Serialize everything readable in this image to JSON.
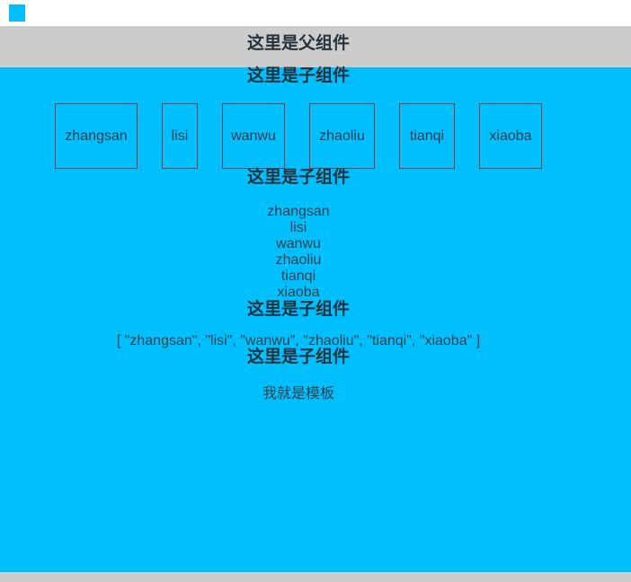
{
  "parent": {
    "title": "这里是父组件"
  },
  "children": {
    "boxes": {
      "heading": "这里是子组件"
    },
    "list": {
      "heading": "这里是子组件"
    },
    "array": {
      "heading": "这里是子组件",
      "text": "[ \"zhangsan\", \"lisi\", \"wanwu\", \"zhaoliu\", \"tianqi\", \"xiaoba\" ]"
    },
    "template": {
      "heading": "这里是子组件",
      "text": "我就是模板"
    }
  },
  "names": [
    "zhangsan",
    "lisi",
    "wanwu",
    "zhaoliu",
    "tianqi",
    "xiaoba"
  ],
  "colors": {
    "accent": "#00bfff",
    "bar_gray": "#cccccc",
    "heading_text": "#26323c",
    "body_text": "#33424d",
    "box_border": "#8b3a4d"
  }
}
